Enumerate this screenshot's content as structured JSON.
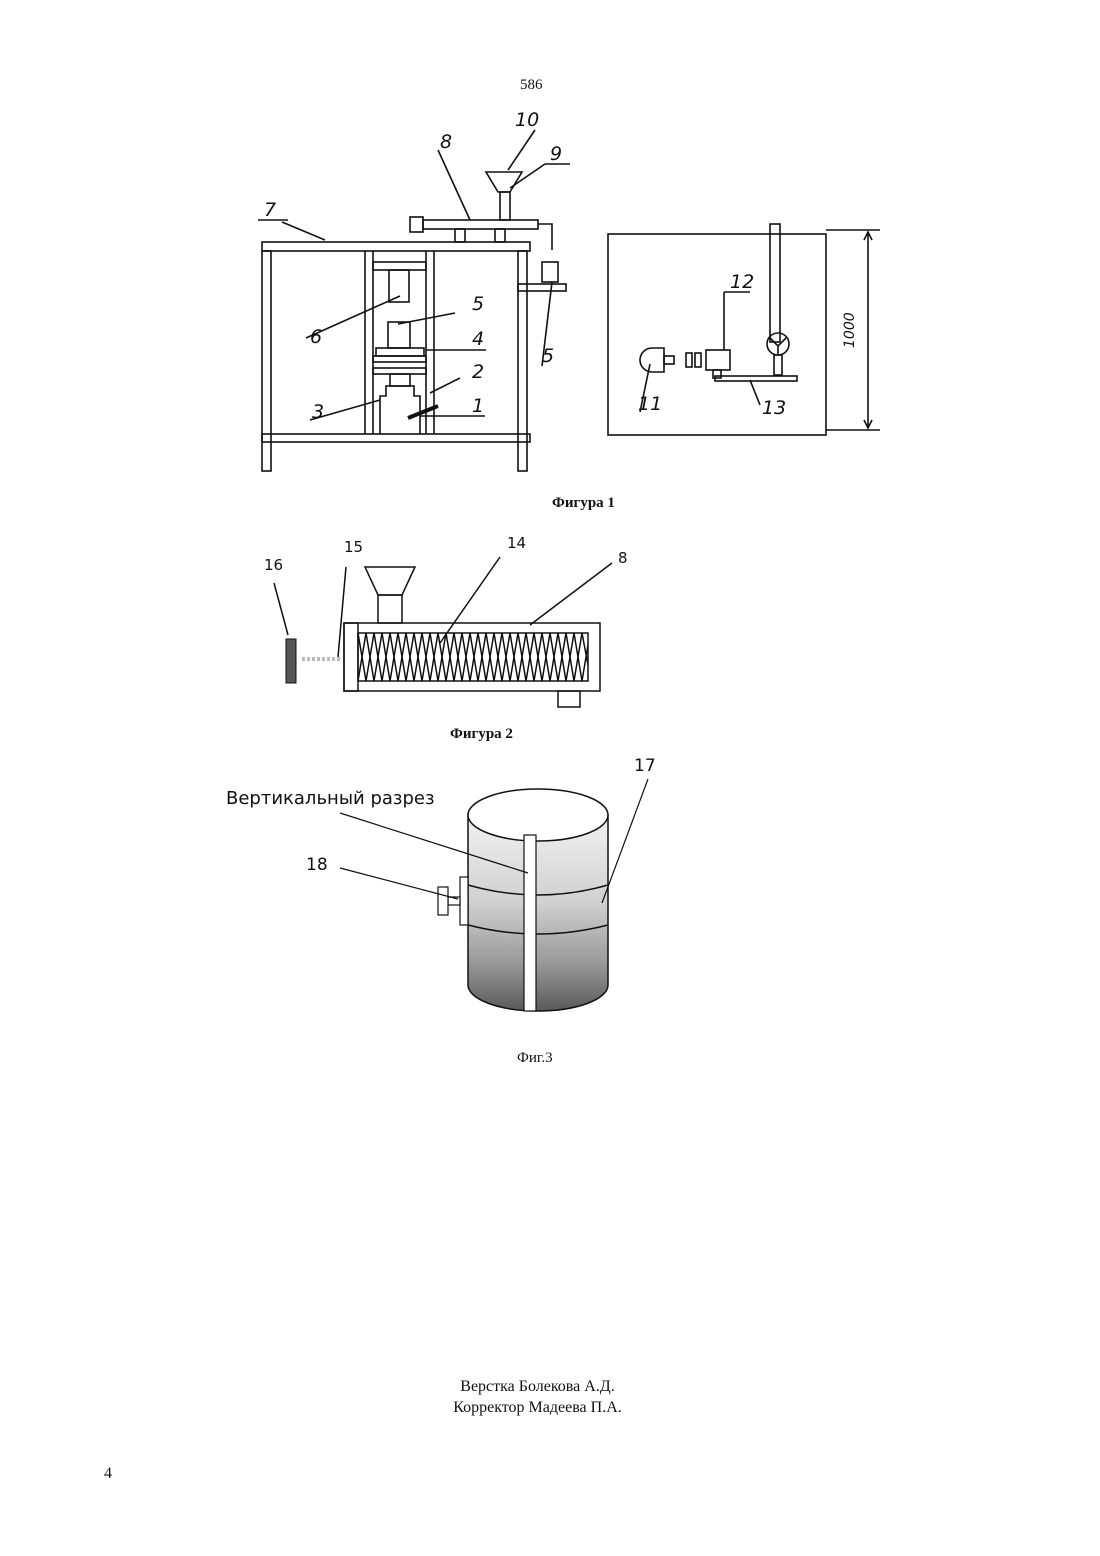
{
  "page": {
    "number_top": "586",
    "page_number_bottom": "4",
    "credits": {
      "layout": "Верстка Болекова А.Д.",
      "corrector": "Корректор Мадеева П.А."
    }
  },
  "figure1": {
    "caption": "Фигура  1",
    "labels": [
      "10",
      "8",
      "9",
      "7",
      "6",
      "5",
      "4",
      "2",
      "3",
      "1",
      "5",
      "12",
      "11",
      "13"
    ],
    "dimension": "1000"
  },
  "figure2": {
    "caption": "Фигура 2",
    "labels": [
      "16",
      "15",
      "14",
      "8"
    ]
  },
  "figure3": {
    "caption": "Фиг.3",
    "section_label": "Вертикальный разрез",
    "labels": [
      "17",
      "18"
    ]
  },
  "colors": {
    "ink": "#111111",
    "shade_dark": "#555555",
    "shade_light": "#e6e6e6"
  }
}
